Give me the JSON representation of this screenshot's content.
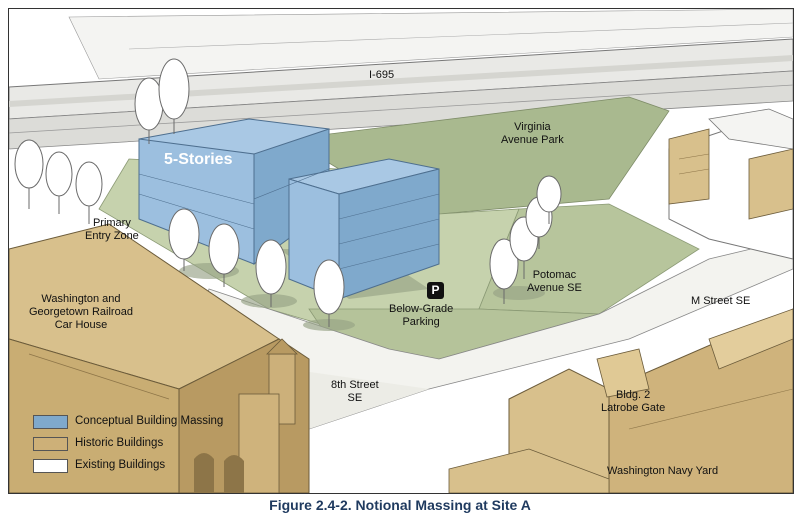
{
  "labels": {
    "highway": "I-695",
    "park": "Virginia\nAvenue Park",
    "stories": "5-Stories",
    "entry": "Primary\nEntry Zone",
    "parking_icon": "P",
    "parking": "Below-Grade\nParking",
    "potomac": "Potomac\nAvenue SE",
    "mstreet": "M Street SE",
    "carhouse": "Washington and\nGeorgetown Railroad\nCar House",
    "eighth": "8th Street\nSE",
    "bldg": "Bldg. 2\nLatrobe Gate",
    "navyyard": "Washington Navy Yard"
  },
  "legend": {
    "items": [
      {
        "label": "Conceptual Building Massing",
        "color": "#7fa9cc"
      },
      {
        "label": "Historic Buildings",
        "color": "#cdb078"
      },
      {
        "label": "Existing Buildings",
        "color": "#ffffff"
      }
    ]
  },
  "caption": "Figure 2.4-2. Notional Massing at Site A",
  "colors": {
    "massing": "#8fb6d8",
    "massing_dark": "#6f97bd",
    "historic": "#d8c08c",
    "historic_dark": "#b89a62",
    "grass": "#a9b98f",
    "grass_light": "#c6d2ad",
    "road": "#f2f2ee",
    "shadow": "#9aa08a"
  }
}
